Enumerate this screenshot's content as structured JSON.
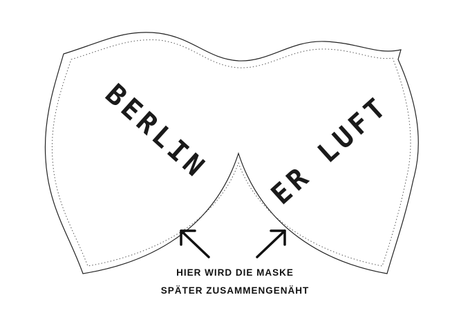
{
  "pattern": {
    "left_text": "BERLIN",
    "right_text": "ER LUFT",
    "line_color": "#222222",
    "stitch_color": "#555555"
  },
  "caption": {
    "line1": "HIER WIRD DIE MASKE",
    "line2": "SPÄTER ZUSAMMENGENÄHT"
  }
}
